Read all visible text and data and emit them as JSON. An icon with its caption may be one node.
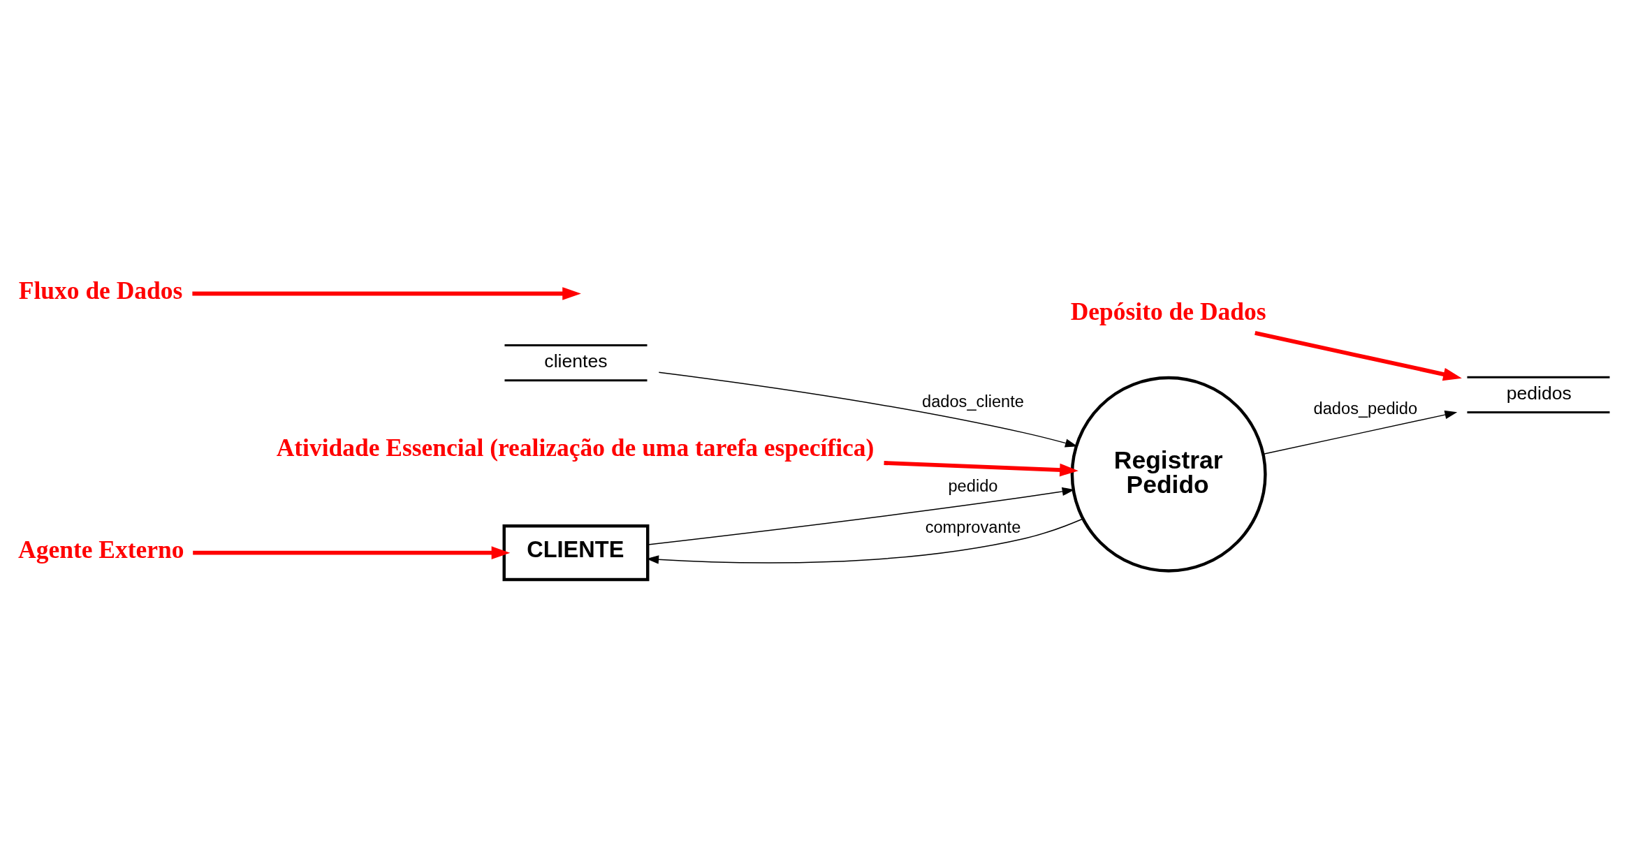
{
  "diagram": {
    "nodes": [
      {
        "text": [
          "CLIENTE"
        ]
      },
      {
        "text": [
          "Registrar Pedido"
        ]
      },
      {
        "text": [
          "clientes"
        ]
      },
      {
        "text": [
          "pedidos"
        ]
      },
      {
        "text": [
          "Agente Externo"
        ]
      },
      {
        "text": [
          "Atividade Essencial (realização de uma tarefa específica)"
        ]
      },
      {
        "text": [
          "Fluxo de Dados"
        ]
      },
      {
        "text": [
          "Depósito de Dados"
        ]
      }
    ],
    "edges": [
      {
        "from": 0,
        "to": 1,
        "arrow": "to",
        "label": "pedido"
      },
      {
        "from": 1,
        "to": 0,
        "arrow": "to",
        "label": "comprovante"
      },
      {
        "from": 2,
        "to": 1,
        "arrow": "to",
        "label": "dados_cliente"
      },
      {
        "from": 1,
        "to": 3,
        "arrow": "to",
        "label": "dados_pedido"
      },
      {
        "from": 4,
        "to": 0,
        "arrow": "to",
        "style": "thick",
        "color": "#ff0000"
      },
      {
        "from": 5,
        "to": 1,
        "arrow": "to",
        "style": "thick",
        "color": "#ff0000"
      },
      {
        "from": 6,
        "to": null,
        "arrow": "to",
        "style": "thick",
        "color": "#ff0000"
      },
      {
        "from": 7,
        "to": 3,
        "arrow": "to",
        "style": "thick",
        "color": "#ff0000"
      }
    ]
  }
}
